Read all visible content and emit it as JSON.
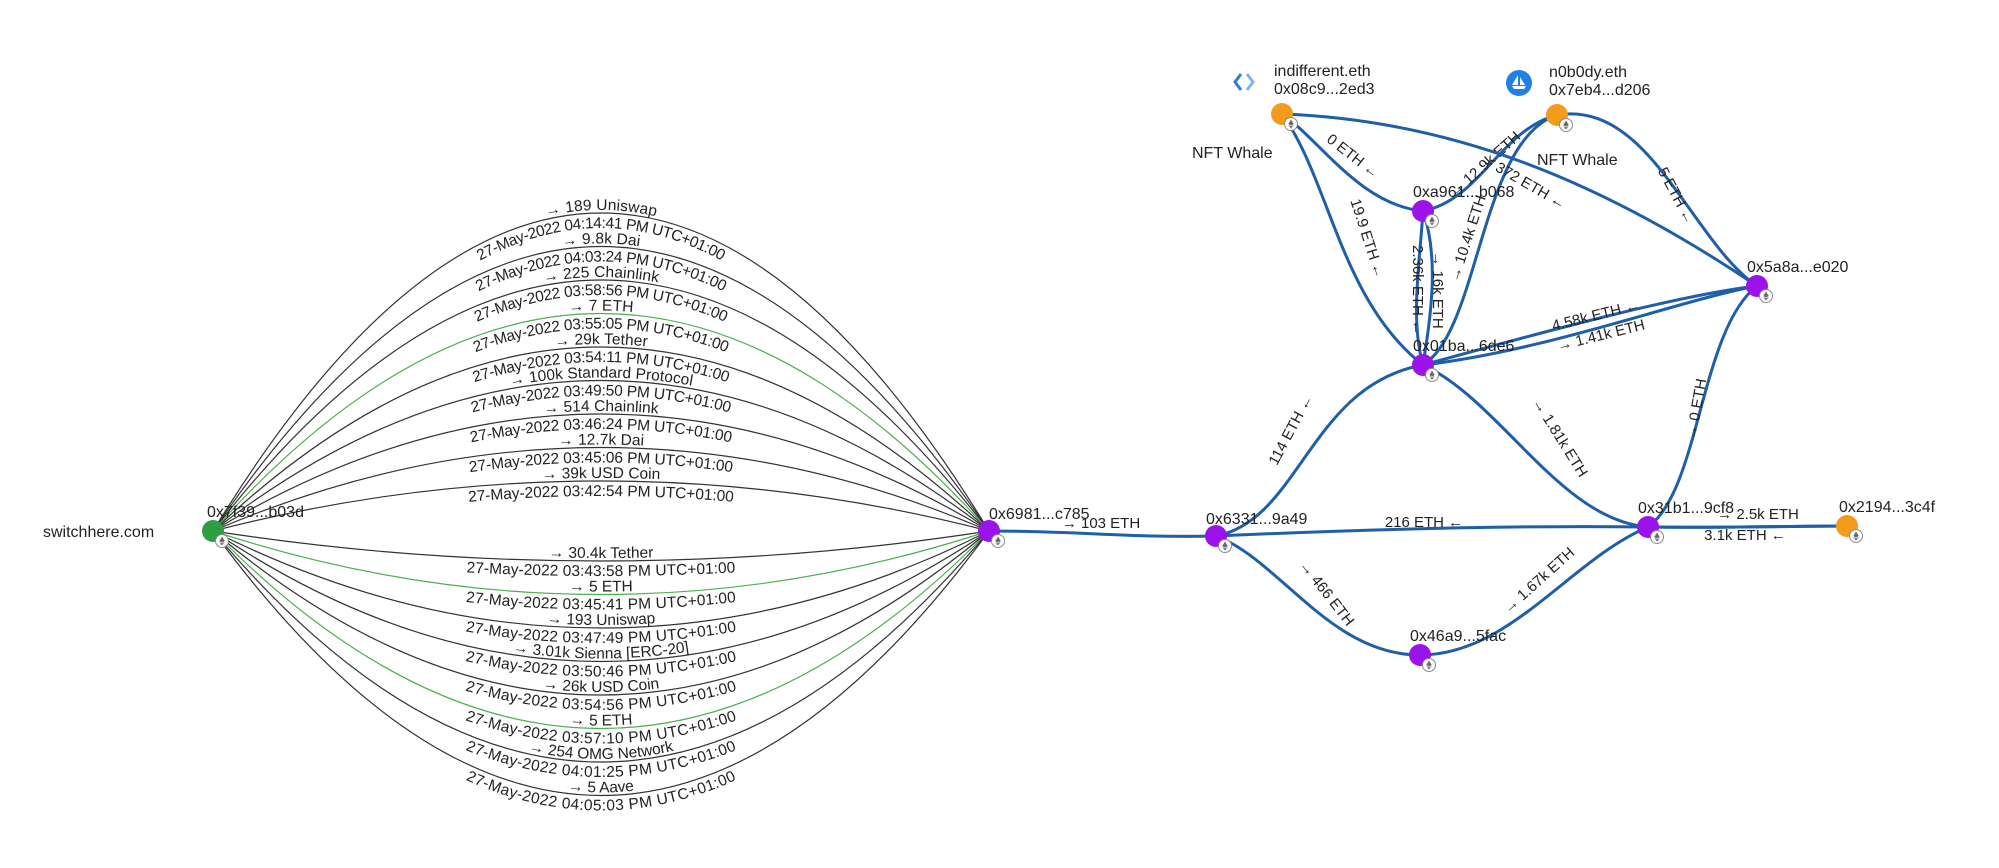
{
  "colors": {
    "edge": "#1f5ea8",
    "fan_black": "#333333",
    "fan_green": "#4caf50",
    "node_green": "#2e9e45",
    "node_purple": "#9b13e8",
    "node_orange": "#f39b1c"
  },
  "nodes": [
    {
      "id": "n7f39",
      "label": "0x7f39...b03d",
      "color": "green",
      "ext": "switchhere.com"
    },
    {
      "id": "n6981",
      "label": "0x6981...c785",
      "color": "purple"
    },
    {
      "id": "n6331",
      "label": "0x6331...9a49",
      "color": "purple"
    },
    {
      "id": "n01ba",
      "label": "0x01ba...6de6",
      "color": "purple"
    },
    {
      "id": "na961",
      "label": "0xa961...b068",
      "color": "purple"
    },
    {
      "id": "n08c9",
      "label": "0x08c9...2ed3",
      "ens": "indifferent.eth",
      "tag": "NFT Whale",
      "color": "orange",
      "icon": "chevrons-icon"
    },
    {
      "id": "n7eb4",
      "label": "0x7eb4...d206",
      "ens": "n0b0dy.eth",
      "tag": "NFT Whale",
      "color": "orange",
      "icon": "ship-icon"
    },
    {
      "id": "n5a8a",
      "label": "0x5a8a...e020",
      "color": "purple"
    },
    {
      "id": "n31b1",
      "label": "0x31b1...9cf8",
      "color": "purple"
    },
    {
      "id": "n46a9",
      "label": "0x46a9...5fac",
      "color": "purple"
    },
    {
      "id": "n2194",
      "label": "0x2194...3c4f",
      "color": "orange"
    }
  ],
  "fan_edges": [
    {
      "amount": "→ 189 Uniswap",
      "time": "27-May-2022 04:14:41 PM UTC+01:00",
      "color": "black"
    },
    {
      "amount": "→ 9.8k Dai",
      "time": "27-May-2022 04:03:24 PM UTC+01:00",
      "color": "black"
    },
    {
      "amount": "→ 225 Chainlink",
      "time": "27-May-2022 03:58:56 PM UTC+01:00",
      "color": "black"
    },
    {
      "amount": "→ 7 ETH",
      "time": "27-May-2022 03:55:05 PM UTC+01:00",
      "color": "green"
    },
    {
      "amount": "→ 29k Tether",
      "time": "27-May-2022 03:54:11 PM UTC+01:00",
      "color": "black"
    },
    {
      "amount": "→ 100k Standard Protocol",
      "time": "27-May-2022 03:49:50 PM UTC+01:00",
      "color": "black"
    },
    {
      "amount": "→ 514 Chainlink",
      "time": "27-May-2022 03:46:24 PM UTC+01:00",
      "color": "black"
    },
    {
      "amount": "→ 12.7k Dai",
      "time": "27-May-2022 03:45:06 PM UTC+01:00",
      "color": "black"
    },
    {
      "amount": "→ 39k USD Coin",
      "time": "27-May-2022 03:42:54 PM UTC+01:00",
      "color": "black"
    },
    {
      "amount": "→ 30.4k Tether",
      "time": "27-May-2022 03:43:58 PM UTC+01:00",
      "color": "black"
    },
    {
      "amount": "→ 5 ETH",
      "time": "27-May-2022 03:45:41 PM UTC+01:00",
      "color": "green"
    },
    {
      "amount": "→ 193 Uniswap",
      "time": "27-May-2022 03:47:49 PM UTC+01:00",
      "color": "black"
    },
    {
      "amount": "→ 3.01k Sienna [ERC-20]",
      "time": "27-May-2022 03:50:46 PM UTC+01:00",
      "color": "black"
    },
    {
      "amount": "→ 26k USD Coin",
      "time": "27-May-2022 03:54:56 PM UTC+01:00",
      "color": "black"
    },
    {
      "amount": "→ 5 ETH",
      "time": "27-May-2022 03:57:10 PM UTC+01:00",
      "color": "green"
    },
    {
      "amount": "→ 254 OMG Network",
      "time": "27-May-2022 04:01:25 PM UTC+01:00",
      "color": "black"
    },
    {
      "amount": "→ 5 Aave",
      "time": "27-May-2022 04:05:03 PM UTC+01:00",
      "color": "black"
    }
  ],
  "edges": [
    {
      "from": "n6981",
      "to": "n6331",
      "label": "→ 103 ETH"
    },
    {
      "from": "n6331",
      "to": "n01ba",
      "label": "114 ETH ←"
    },
    {
      "from": "n6331",
      "to": "n31b1",
      "label": "216 ETH ←"
    },
    {
      "from": "n6331",
      "to": "n46a9",
      "label": "→ 466 ETH"
    },
    {
      "from": "n46a9",
      "to": "n31b1",
      "label": "→ 1.67k ETH"
    },
    {
      "from": "n01ba",
      "to": "n31b1",
      "label": "→ 1.81k ETH"
    },
    {
      "from": "n31b1",
      "to": "n5a8a",
      "label": "→ 0 ETH"
    },
    {
      "from": "n31b1",
      "to": "n2194",
      "label": "→ 2.5k ETH"
    },
    {
      "from": "n2194",
      "to": "n31b1",
      "label": "3.1k ETH ←"
    },
    {
      "from": "n01ba",
      "to": "n5a8a",
      "label": "4.58k ETH ←"
    },
    {
      "from": "n01ba",
      "to": "n5a8a",
      "label": "→ 1.41k ETH"
    },
    {
      "from": "n01ba",
      "to": "na961",
      "label": "2.36k ETH ←"
    },
    {
      "from": "na961",
      "to": "n01ba",
      "label": "→ 16k ETH"
    },
    {
      "from": "n01ba",
      "to": "n7eb4",
      "label": "→ 10.4k ETH"
    },
    {
      "from": "n08c9",
      "to": "n01ba",
      "label": "19.9 ETH ←"
    },
    {
      "from": "n08c9",
      "to": "na961",
      "label": "0 ETH ←"
    },
    {
      "from": "na961",
      "to": "n7eb4",
      "label": "→ 12.9k ETH"
    },
    {
      "from": "n08c9",
      "to": "n5a8a",
      "label": "→ 372 ETH ←"
    },
    {
      "from": "n7eb4",
      "to": "n5a8a",
      "label": "5 ETH ←"
    }
  ]
}
